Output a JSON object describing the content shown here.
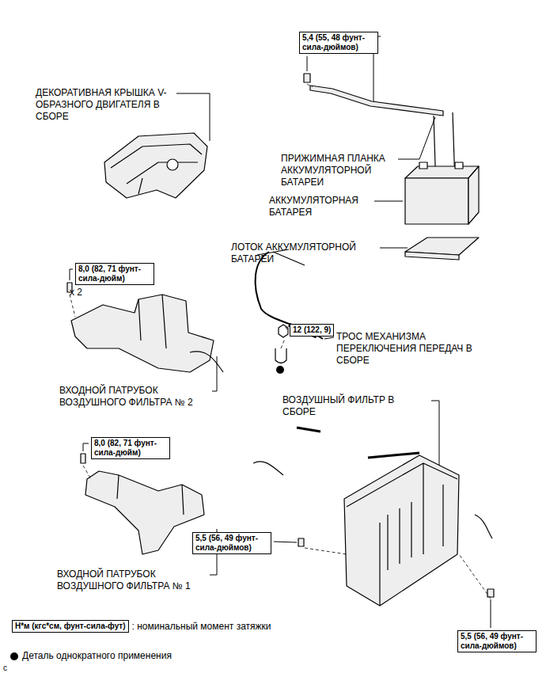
{
  "diagram": {
    "nodes": [
      {
        "text": [
          "5,4 (55, 48 фунт- сила-дюймов)"
        ]
      },
      {
        "text": [
          "8,0 (82, 71 фунт- сила-дюйм)"
        ]
      },
      {
        "text": [
          "12 (122, 9)"
        ]
      },
      {
        "text": [
          "8,0 (82, 71 фунт- сила-дюйм)"
        ]
      },
      {
        "text": [
          "5,5 (56, 49 фунт- сила-дюймов)"
        ]
      },
      {
        "text": [
          "5,5 (56, 49 фунт- сила-дюймов)"
        ]
      },
      {
        "text": [
          "Н*м (кгс*см, фунт-сила-фут)"
        ]
      }
    ],
    "labels": [
      "ДЕКОРАТИВНАЯ КРЫШКА V-ОБРАЗНОГО ДВИГАТЕЛЯ В СБОРЕ",
      "ПРИЖИМНАЯ ПЛАНКА АККУМУЛЯТОРНОЙ БАТАРЕИ",
      "АККУМУЛЯТОРНАЯ БАТАРЕЯ",
      "ЛОТОК АККУМУЛЯТОРНОЙ БАТАРЕИ",
      "x 2",
      "ТРОС МЕХАНИЗМА ПЕРЕКЛЮЧЕНИЯ ПЕРЕДАЧ В СБОРЕ",
      "ВОЗДУШНЫЙ ФИЛЬТР В СБОРЕ",
      "ВХОДНОЙ ПАТРУБОК ВОЗДУШНОГО ФИЛЬТРА № 2",
      "ВХОДНОЙ ПАТРУБОК ВОЗДУШНОГО ФИЛЬТРА № 1",
      "c"
    ],
    "legend": [
      {
        "text": ": номинальный момент затяжки"
      },
      {
        "text": "Деталь однократного применения"
      }
    ]
  }
}
